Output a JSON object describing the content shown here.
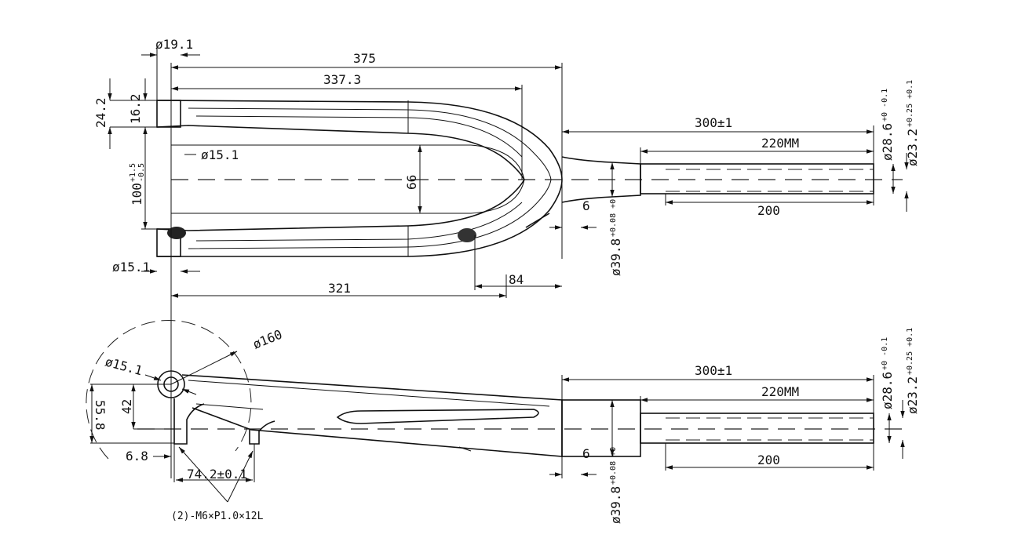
{
  "top_view": {
    "dropout_width": "ø19.1",
    "overall_length": "375",
    "crown_to_axle": "337.3",
    "height_24": "24.2",
    "height_16": "16.2",
    "spacing": "100",
    "spacing_tol_upper": "+1.5",
    "spacing_tol_lower": "-0.5",
    "axle_hole_top": "ø15.1",
    "inner_width": "66",
    "steerer_length": "300±1",
    "steerer_220": "220MM",
    "steerer_200": "200",
    "steerer_dia_outer": "ø28.6",
    "steerer_dia_outer_tol": "+0 -0.1",
    "steerer_dia_inner": "ø23.2",
    "steerer_dia_inner_tol": "+0.25 +0.1",
    "crown_race": "6",
    "crown_race_dia": "ø39.8",
    "crown_race_dia_tol": "+0.08 +0",
    "axle_hole_bottom": "ø15.1",
    "crown_offset": "84",
    "leg_length": "321"
  },
  "side_view": {
    "rotor_dia": "ø160",
    "axle_hole": "ø15.1",
    "height_558": "55.8",
    "height_42": "42",
    "offset_68": "6.8",
    "mount_spacing": "74.2±0.1",
    "mount_note": "(2)-M6×P1.0×12L",
    "steerer_length": "300±1",
    "steerer_220": "220MM",
    "steerer_200": "200",
    "steerer_dia_outer": "ø28.6",
    "steerer_dia_outer_tol": "+0 -0.1",
    "steerer_dia_inner": "ø23.2",
    "steerer_dia_inner_tol": "+0.25 +0.1",
    "crown_race": "6",
    "crown_race_dia": "ø39.8",
    "crown_race_dia_tol": "+0.08 +0"
  }
}
